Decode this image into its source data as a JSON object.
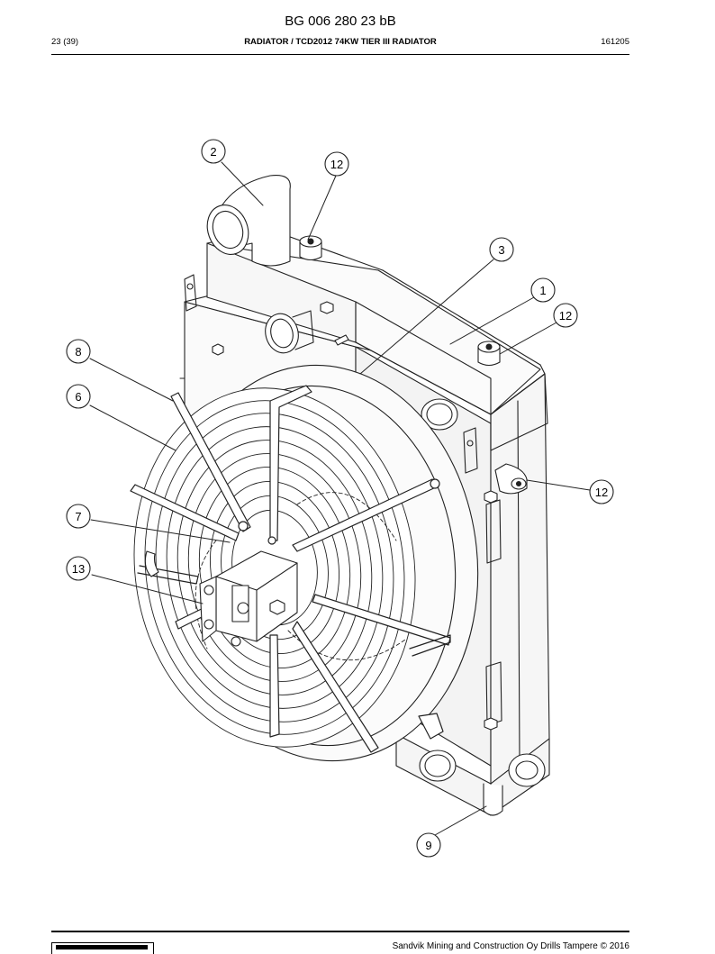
{
  "header": {
    "doc_number": "BG 006 280 23 bB",
    "page": "23 (39)",
    "title": "RADIATOR / TCD2012 74KW TIER III RADIATOR",
    "code": "161205"
  },
  "callouts": [
    {
      "label": "2"
    },
    {
      "label": "12"
    },
    {
      "label": "3"
    },
    {
      "label": "1"
    },
    {
      "label": "12"
    },
    {
      "label": "8"
    },
    {
      "label": "6"
    },
    {
      "label": "12"
    },
    {
      "label": "7"
    },
    {
      "label": "13"
    },
    {
      "label": "9"
    }
  ],
  "footer": {
    "copyright": "Sandvik Mining and Construction Oy Drills Tampere © 2016"
  }
}
